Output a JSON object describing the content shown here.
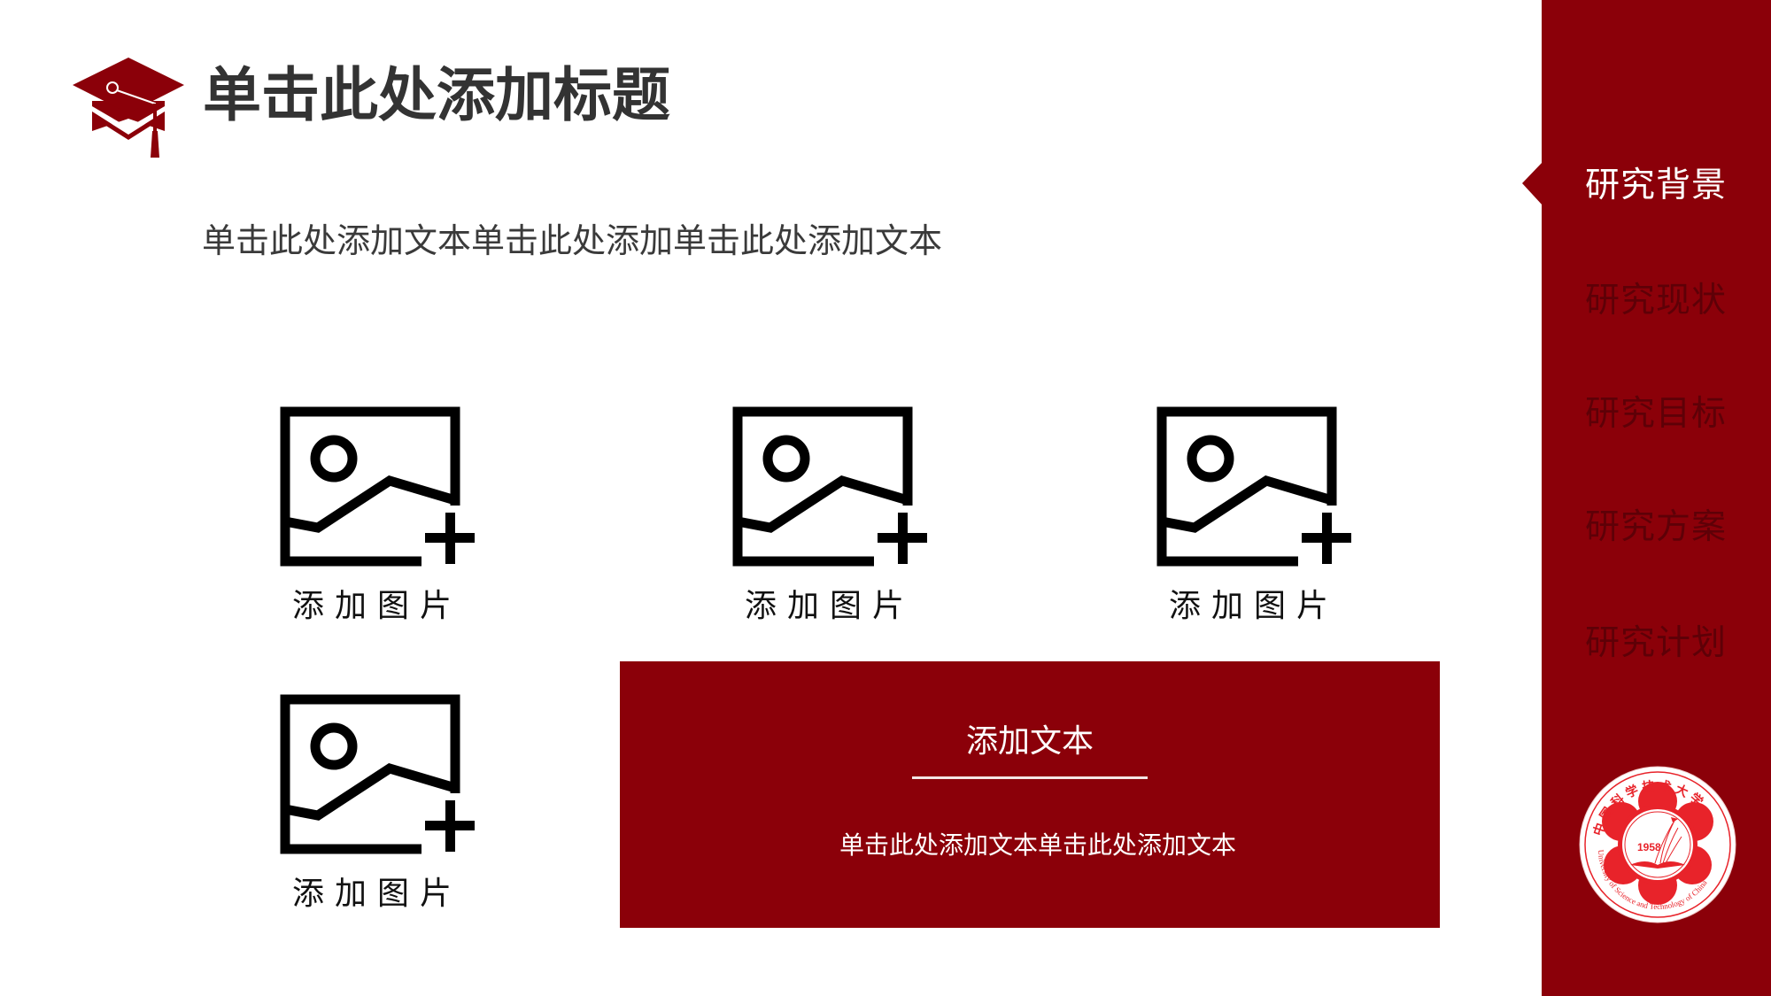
{
  "slide": {
    "title": "单击此处添加标题",
    "subtitle": "单击此处添加文本单击此处添加单击此处添加文本",
    "title_icon": "graduation-cap-icon"
  },
  "image_placeholders": [
    {
      "label": "添加图片",
      "icon": "add-image-icon"
    },
    {
      "label": "添加图片",
      "icon": "add-image-icon"
    },
    {
      "label": "添加图片",
      "icon": "add-image-icon"
    },
    {
      "label": "添加图片",
      "icon": "add-image-icon"
    }
  ],
  "text_box": {
    "heading": "添加文本",
    "body": "单击此处添加文本单击此处添加文本"
  },
  "sidebar": {
    "items": [
      {
        "label": "研究背景",
        "active": true
      },
      {
        "label": "研究现状",
        "active": false
      },
      {
        "label": "研究目标",
        "active": false
      },
      {
        "label": "研究方案",
        "active": false
      },
      {
        "label": "研究计划",
        "active": false
      }
    ],
    "logo": {
      "year": "1958",
      "english_name": "University of Science and Technology of China",
      "chinese_name": "中国科学技术大学"
    }
  },
  "colors": {
    "accent": "#8b0009",
    "title_text": "#333333",
    "sidebar_inactive_text": "#5e0007",
    "sidebar_active_text": "#ffffff"
  }
}
